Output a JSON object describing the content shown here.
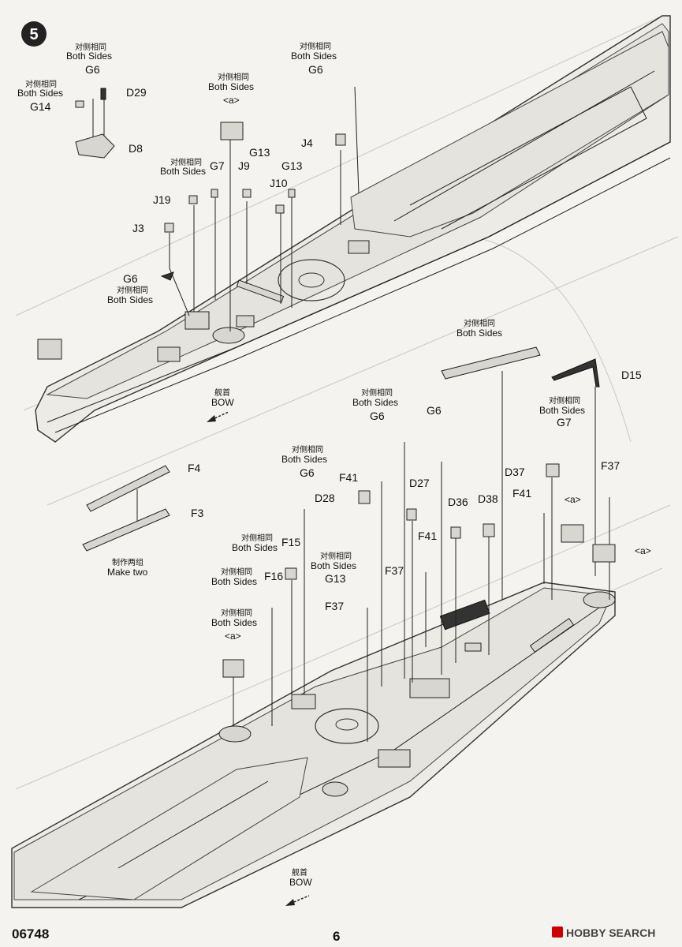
{
  "page": {
    "step_number": "5",
    "catalog_number": "06748",
    "page_number": "6",
    "watermark": "HOBBY SEARCH"
  },
  "text": {
    "both_sides_cn": "对侧相同",
    "both_sides_en": "Both Sides",
    "bow_cn": "舰首",
    "bow_en": "BOW",
    "make_two_cn": "制作两组",
    "make_two_en": "Make two",
    "sub_a": "<a>"
  },
  "parts": {
    "G6": "G6",
    "D29": "D29",
    "G14": "G14",
    "D8": "D8",
    "J4": "J4",
    "G13": "G13",
    "G7": "G7",
    "J9": "J9",
    "J10": "J10",
    "J19": "J19",
    "J3": "J3",
    "D15": "D15",
    "F4": "F4",
    "F3": "F3",
    "F41": "F41",
    "D27": "D27",
    "D28": "D28",
    "D36": "D36",
    "D38": "D38",
    "D37": "D37",
    "F37": "F37",
    "F15": "F15",
    "F16": "F16"
  }
}
